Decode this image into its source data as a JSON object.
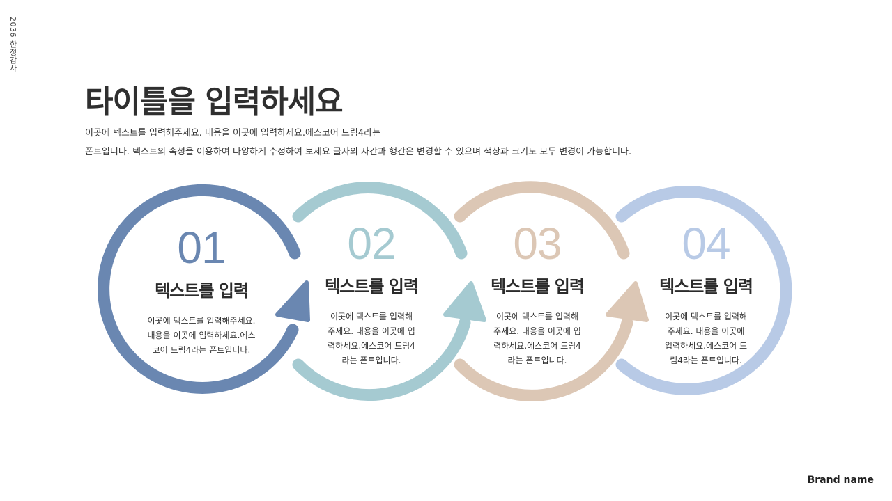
{
  "side_label": "2036 한정감사",
  "title": "타이틀을 입력하세요",
  "intro": {
    "line1": "이곳에 텍스트를 입력해주세요. 내용을 이곳에 입력하세요.에스코어 드림4라는",
    "line2": "폰트입니다. 텍스트의 속성을 이용하여 다양하게 수정하여 보세요 글자의 자간과 행간은 변경할 수 있으며 색상과 크기도 모두 변경이 가능합니다."
  },
  "steps": [
    {
      "number": "01",
      "title": "텍스트를 입력",
      "desc_lines": [
        "이곳에 텍스트를 입력해주세요.",
        "내용을 이곳에 입력하세요.에스",
        "코어 드림4라는 폰트입니다."
      ],
      "color": "#6a87b1"
    },
    {
      "number": "02",
      "title": "텍스트를 입력",
      "desc_lines": [
        "이곳에 텍스트를 입력해",
        "주세요. 내용을 이곳에 입",
        "력하세요.에스코어 드림4",
        "라는 폰트입니다."
      ],
      "color": "#a5cad1"
    },
    {
      "number": "03",
      "title": "텍스트를 입력",
      "desc_lines": [
        "이곳에 텍스트를 입력해",
        "주세요. 내용을 이곳에 입",
        "력하세요.에스코어 드림4",
        "라는 폰트입니다."
      ],
      "color": "#dcc7b5"
    },
    {
      "number": "04",
      "title": "텍스트를 입력",
      "desc_lines": [
        "이곳에 텍스트를 입력해",
        "주세요. 내용을 이곳에",
        "입력하세요.에스코어 드",
        "림4라는 폰트입니다."
      ],
      "color": "#b8cae6"
    }
  ],
  "brand": "Brand name"
}
